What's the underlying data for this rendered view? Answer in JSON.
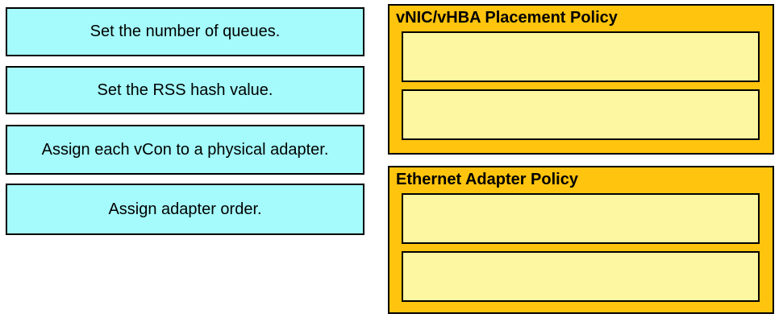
{
  "question": {
    "kind": "drag-and-drop-matching",
    "instruction_visible": false
  },
  "colors": {
    "cyan_fill": "#a5fbfb",
    "gold_fill": "#ffc40d",
    "slot_fill": "#fef7a1",
    "line": "#000000",
    "page_bg": "#ffffff"
  },
  "source_items": [
    {
      "label": "Set the number of queues."
    },
    {
      "label": "Set the RSS hash value."
    },
    {
      "label": "Assign each vCon to a physical adapter."
    },
    {
      "label": "Assign adapter order."
    }
  ],
  "targets": [
    {
      "title": "vNIC/vHBA Placement Policy",
      "slots": [
        {
          "value": ""
        },
        {
          "value": ""
        }
      ]
    },
    {
      "title": "Ethernet Adapter Policy",
      "slots": [
        {
          "value": ""
        },
        {
          "value": ""
        }
      ]
    }
  ]
}
